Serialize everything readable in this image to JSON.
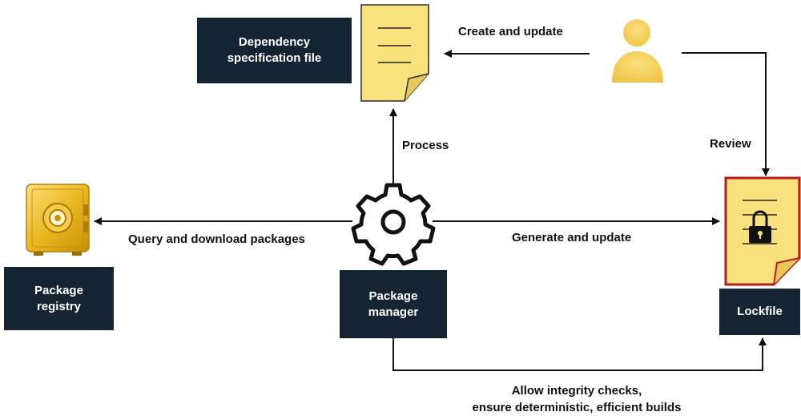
{
  "nodes": {
    "spec_file": {
      "line1": "Dependency",
      "line2": "specification file"
    },
    "registry": {
      "line1": "Package",
      "line2": "registry"
    },
    "manager": {
      "line1": "Package",
      "line2": "manager"
    },
    "lockfile": {
      "line1": "Lockfile"
    }
  },
  "edges": {
    "create_update": "Create and update",
    "process": "Process",
    "review": "Review",
    "query_download": "Query and download packages",
    "generate_update": "Generate and update",
    "integrity_line1": "Allow integrity checks,",
    "integrity_line2": "ensure deterministic, efficient builds"
  },
  "icons": {
    "spec_document": "document-icon",
    "user": "user-icon",
    "safe": "safe-icon",
    "gear": "gear-icon",
    "lock_document": "locked-document-icon"
  },
  "colors": {
    "box_fill": "#142433",
    "doc_yellow": "#f9e27d",
    "lock_border": "#b71c1c",
    "gold": "#e8b71a",
    "user_yellow": "#f5cf5a"
  }
}
